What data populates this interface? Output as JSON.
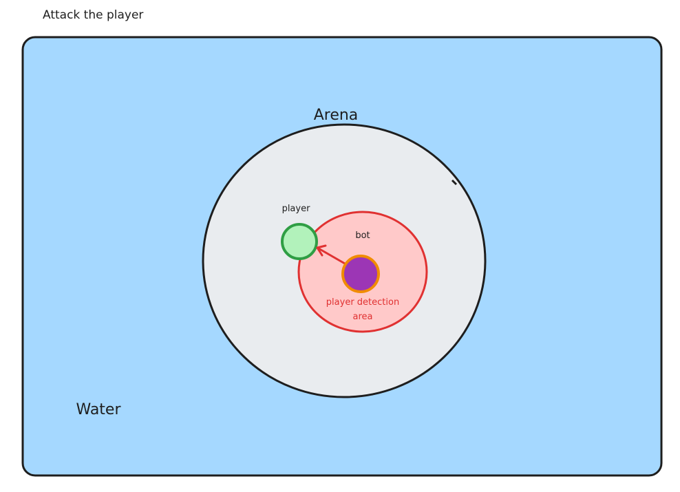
{
  "title": "Attack the player",
  "water": {
    "label": "Water",
    "fill": "#a5d8ff",
    "stroke": "#1e1e1e"
  },
  "arena": {
    "label": "Arena",
    "fill": "#e9ecef",
    "stroke": "#1e1e1e"
  },
  "detection_area": {
    "label_line1": "player detection",
    "label_line2": "area",
    "fill": "#ffc9c9",
    "stroke": "#e03131"
  },
  "player": {
    "label": "player",
    "fill": "#b2f2bb",
    "stroke": "#2f9e44"
  },
  "bot": {
    "label": "bot",
    "fill": "#9c36b5",
    "stroke": "#f08c00"
  },
  "arrow": {
    "color": "#e03131",
    "from": "bot",
    "to": "player"
  }
}
